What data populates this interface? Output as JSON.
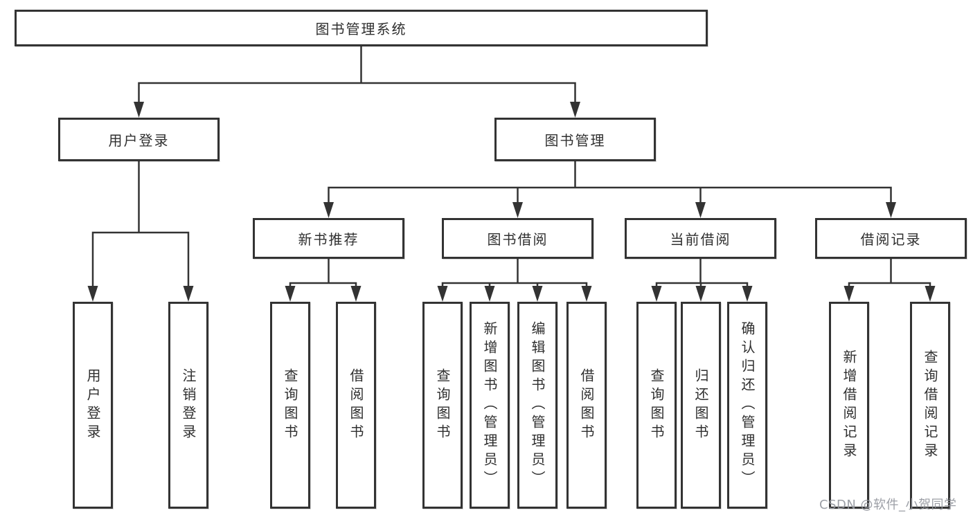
{
  "diagram": {
    "type": "hierarchy-flowchart",
    "colors": {
      "line": "#333333",
      "box_border": "#333333",
      "box_background": "#ffffff",
      "text": "#2f2f2f",
      "watermark_text": "#94979e"
    },
    "tree": {
      "label": "图书管理系统",
      "children": [
        {
          "label": "用户登录",
          "children": [
            {
              "label": "用户登录"
            },
            {
              "label": "注销登录"
            }
          ]
        },
        {
          "label": "图书管理",
          "children": [
            {
              "label": "新书推荐",
              "children": [
                {
                  "label": "查询图书"
                },
                {
                  "label": "借阅图书"
                }
              ]
            },
            {
              "label": "图书借阅",
              "children": [
                {
                  "label": "查询图书"
                },
                {
                  "label": "新增图书（管理员）"
                },
                {
                  "label": "编辑图书（管理员）"
                },
                {
                  "label": "借阅图书"
                }
              ]
            },
            {
              "label": "当前借阅",
              "children": [
                {
                  "label": "查询图书"
                },
                {
                  "label": "归还图书"
                },
                {
                  "label": "确认归还（管理员）"
                }
              ]
            },
            {
              "label": "借阅记录",
              "children": [
                {
                  "label": "新增借阅记录"
                },
                {
                  "label": "查询借阅记录"
                }
              ]
            }
          ]
        }
      ]
    },
    "watermark": {
      "text": "CSDN @软件_小贺同学"
    }
  }
}
